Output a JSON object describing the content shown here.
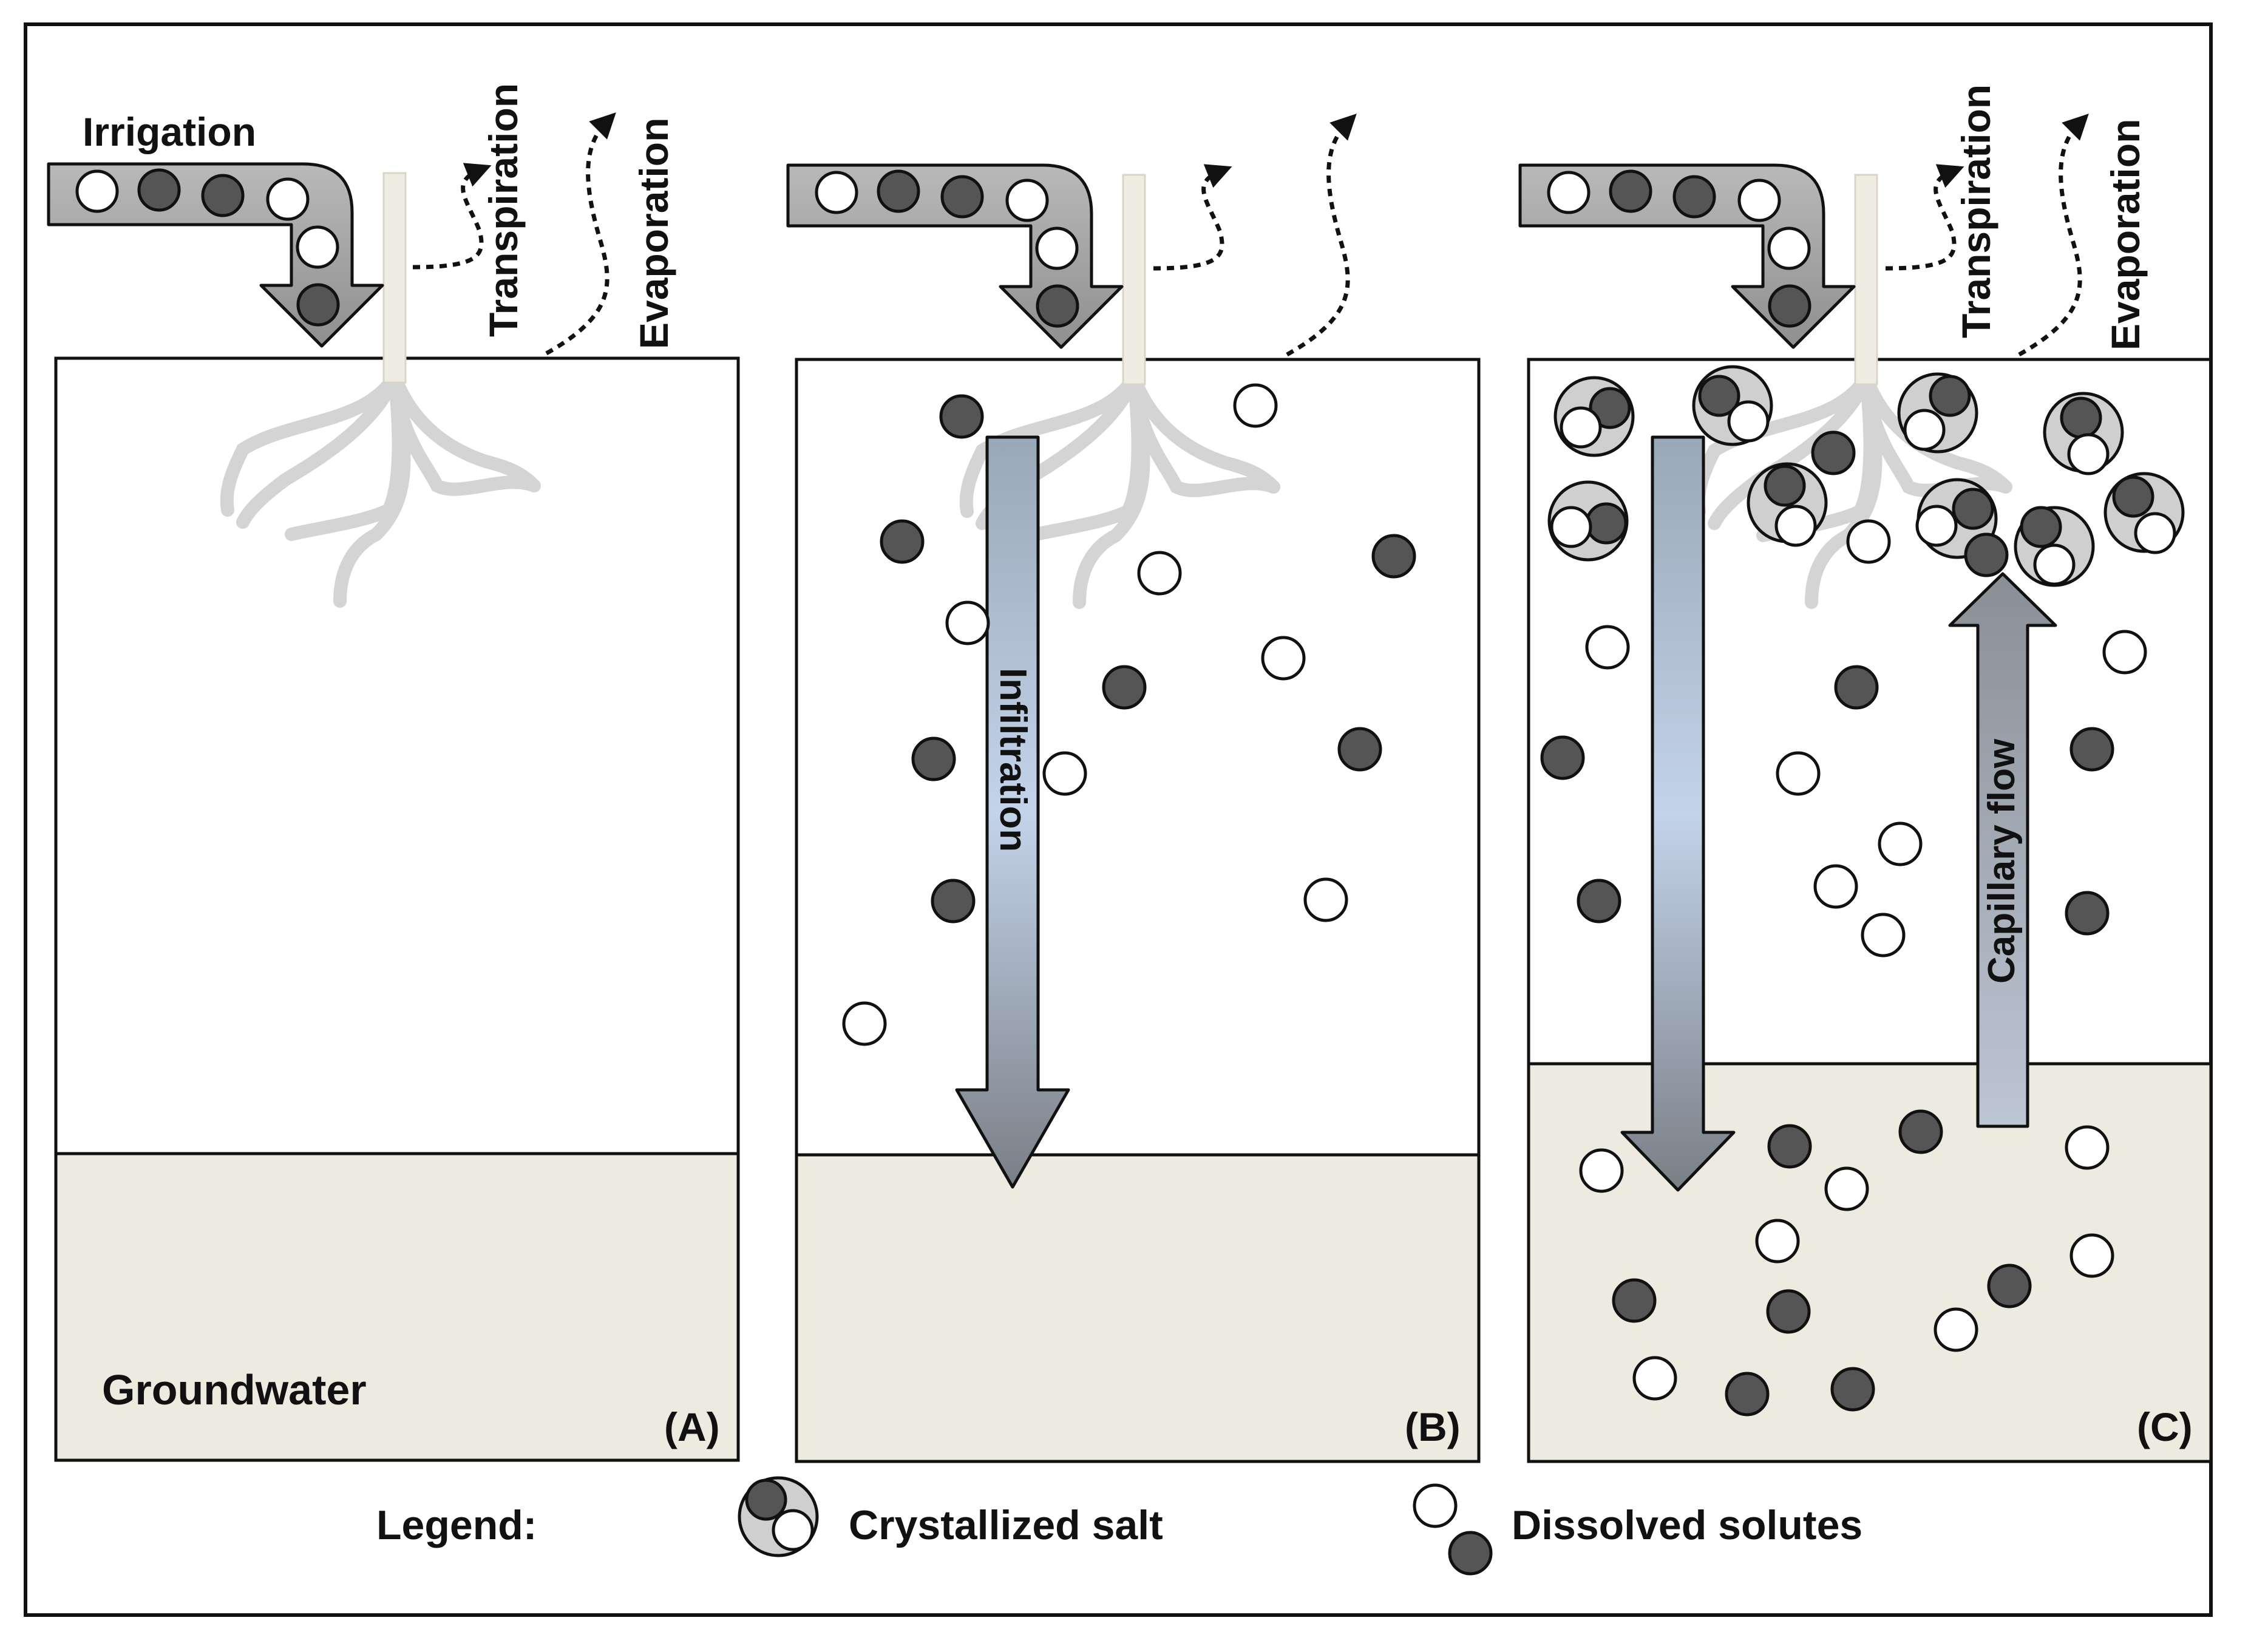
{
  "labels": {
    "irrigation": "Irrigation",
    "transpiration": "Transpiration",
    "evaporation": "Evaporation",
    "groundwater": "Groundwater",
    "infiltration": "Infiltration",
    "capillary_flow": "Capillary flow",
    "panel_a": "(A)",
    "panel_b": "(B)",
    "panel_c": "(C)"
  },
  "legend": {
    "title": "Legend:",
    "crystallized_salt": "Crystallized salt",
    "dissolved_solutes": "Dissolved solutes"
  },
  "colors": {
    "groundwater_fill": "#edeae0",
    "dark_solute": "#555555",
    "light_solute": "#ffffff",
    "crystal_shell": "#cfcfcf",
    "root": "#d4d4d4",
    "stem": "#efece2"
  },
  "icons": [
    "irrigation-arrow",
    "plant-stem",
    "root-system",
    "dotted-vapor-arrow",
    "solute-particle",
    "crystal-cluster"
  ]
}
